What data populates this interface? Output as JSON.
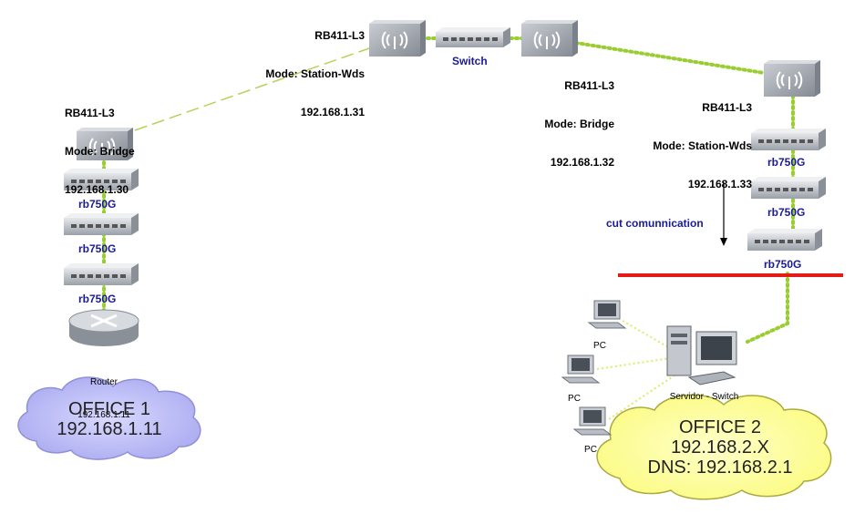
{
  "colors": {
    "link_green": "#9acd32",
    "cut_line_red": "#e41b17",
    "blue_label": "#1a1a99",
    "office1_cloud": "#b8b8f4",
    "office2_cloud": "#ffff99",
    "device_gray": "#a8adb4"
  },
  "office1": {
    "radio": {
      "model": "RB411-L3",
      "mode": "Mode: Bridge",
      "ip": "192.168.1.30"
    },
    "switches": [
      "rb750G",
      "rb750G",
      "rb750G"
    ],
    "router": {
      "name": "Router",
      "ip": "192.168.1.11"
    },
    "cloud": {
      "line1": "OFFICE 1",
      "line2": "192.168.1.11"
    }
  },
  "backbone": {
    "radio_left": {
      "model": "RB411-L3",
      "mode": "Mode: Station-Wds",
      "ip": "192.168.1.31"
    },
    "switch_label": "Switch",
    "radio_right": {
      "model": "RB411-L3",
      "mode": "Mode: Bridge",
      "ip": "192.168.1.32"
    }
  },
  "office2": {
    "radio": {
      "model": "RB411-L3",
      "mode": "Mode: Station-Wds",
      "ip": "192.168.1.33"
    },
    "switches": [
      "rb750G",
      "rb750G",
      "rb750G"
    ],
    "cut_label": "cut comunnication",
    "server_label": "Servidor - Switch",
    "pc_labels": [
      "PC",
      "PC",
      "PC"
    ],
    "cloud": {
      "line1": "OFFICE 2",
      "line2": "192.168.2.X",
      "line3": "DNS: 192.168.2.1"
    }
  }
}
